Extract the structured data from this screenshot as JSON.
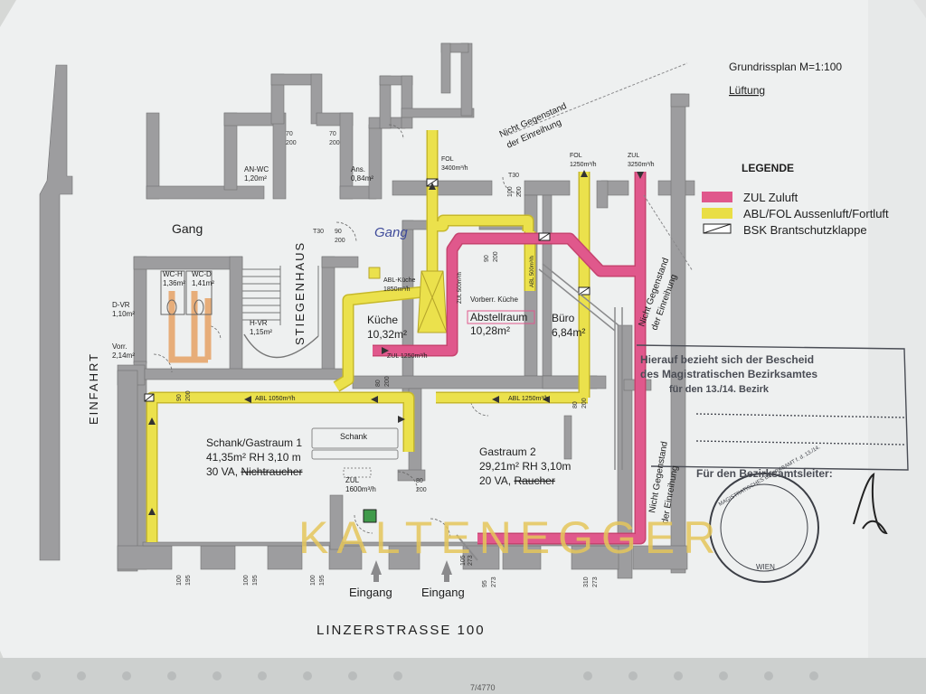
{
  "header": {
    "title": "Grundrissplan M=1:100",
    "subtitle": "Lüftung"
  },
  "legend": {
    "heading": "LEGENDE",
    "items": [
      {
        "label": "ZUL Zuluft",
        "color": "#e0588c"
      },
      {
        "label": "ABL/FOL Aussenluft/Fortluft",
        "color": "#e9de45"
      },
      {
        "label": "BSK Brantschutzklappe",
        "color": "#ffffff"
      }
    ]
  },
  "colors": {
    "wall": "#9d9d9f",
    "zul": "#e0588c",
    "abl": "#e9de45",
    "wc_duct": "#e9b27f",
    "paper": "#f2f3f3",
    "stamp": "#3c3f46"
  },
  "rooms": {
    "gang": "Gang",
    "gang_handwritten": "Gang",
    "stiegenhaus": "STIEGENHAUS",
    "einfahrt": "EINFAHRT",
    "kueche_name": "Küche",
    "kueche_area": "10,32m²",
    "abstellraum_note": "Vorberr. Küche",
    "abstellraum_name": "Abstellraum",
    "abstellraum_area": "10,28m²",
    "buero_name": "Büro",
    "buero_area": "6,84m²",
    "gastraum1_name": "Schank/Gastraum 1",
    "gastraum1_area": "41,35m²  RH 3,10 m",
    "gastraum1_va": "30 VA, ",
    "gastraum1_struck": "Nichtraucher",
    "schank": "Schank",
    "gastraum2_name": "Gastraum 2",
    "gastraum2_area": "29,21m²  RH 3,10m",
    "gastraum2_va": "20 VA, ",
    "gastraum2_struck": "Raucher",
    "an_wc_name": "AN-WC",
    "an_wc_area": "1,20m²",
    "ans_name": "Ans.",
    "ans_area": "0,84m²",
    "wc_h_name": "WC-H",
    "wc_h_area": "1,36m²",
    "wc_d_name": "WC-D",
    "wc_d_area": "1,41m²",
    "h_vr_name": "H-VR",
    "h_vr_area": "1,15m²",
    "d_vr_name": "D-VR",
    "d_vr_area": "1,10m²",
    "vorr_name": "Vorr.",
    "vorr_area": "2,14m²"
  },
  "ducts": {
    "fol_3400": "FOL",
    "fol_3400_val": "3400m³/h",
    "fol_1250": "FOL",
    "fol_1250_val": "1250m³/h",
    "zul_3250": "ZUL",
    "zul_3250_val": "3250m³/h",
    "abl_kueche": "ABL-Küche",
    "abl_kueche_val": "1850m³/h",
    "zul_1250": "ZUL 1250m³/h",
    "abl_1050": "ABL 1050m³/h",
    "abl_1250": "ABL 1250m³/h",
    "zul_1600": "ZUL",
    "zul_1600_val": "1600m³/h",
    "zul_500": "ZUL 500m³/h",
    "abl_500": "ABL 500m³/h"
  },
  "dims": {
    "d1a": "70",
    "d1b": "200",
    "d2a": "70",
    "d2b": "200",
    "d3a": "90",
    "d3b": "200",
    "d4a": "100",
    "d4b": "200",
    "d5a": "90",
    "d5b": "200",
    "d6a": "80",
    "d6b": "200",
    "d7a": "80",
    "d7b": "200",
    "d8a": "80",
    "d8b": "200",
    "d9a": "90",
    "d9b": "200",
    "t30a": "T30",
    "t30b": "T30",
    "b1a": "100",
    "b1b": "195",
    "b2a": "100",
    "b2b": "195",
    "b3a": "100",
    "b3b": "195",
    "b4a": "95",
    "b4b": "273",
    "b5a": "310",
    "b5b": "273",
    "b6a": "105",
    "b6b": "273"
  },
  "notes": {
    "nicht_top_1": "Nicht Gegenstand",
    "nicht_top_2": "der Einreihung",
    "nicht_right_1": "Nicht Gegenstand",
    "nicht_right_2": "der Einreihung",
    "nicht_mid_1": "Nicht Gegenstand",
    "nicht_mid_2": "der Einreihung"
  },
  "entrances": {
    "left": "Eingang",
    "right": "Eingang"
  },
  "street": "LINZERSTRASSE  100",
  "stamp_box": {
    "line1": "Hierauf bezieht sich der Bescheid",
    "line2": "des Magistratischen Bezirksamtes",
    "line3": "für den 13./14. Bezirk",
    "line4": "Für den Bezirksamtsleiter:"
  },
  "seal": {
    "text": "MAGISTRATISCHES BEZIRKSAMT f. d. 13./14.",
    "city": "WIEN"
  },
  "watermark": "KALTENEGGER",
  "margin_scribble": "7/4770"
}
